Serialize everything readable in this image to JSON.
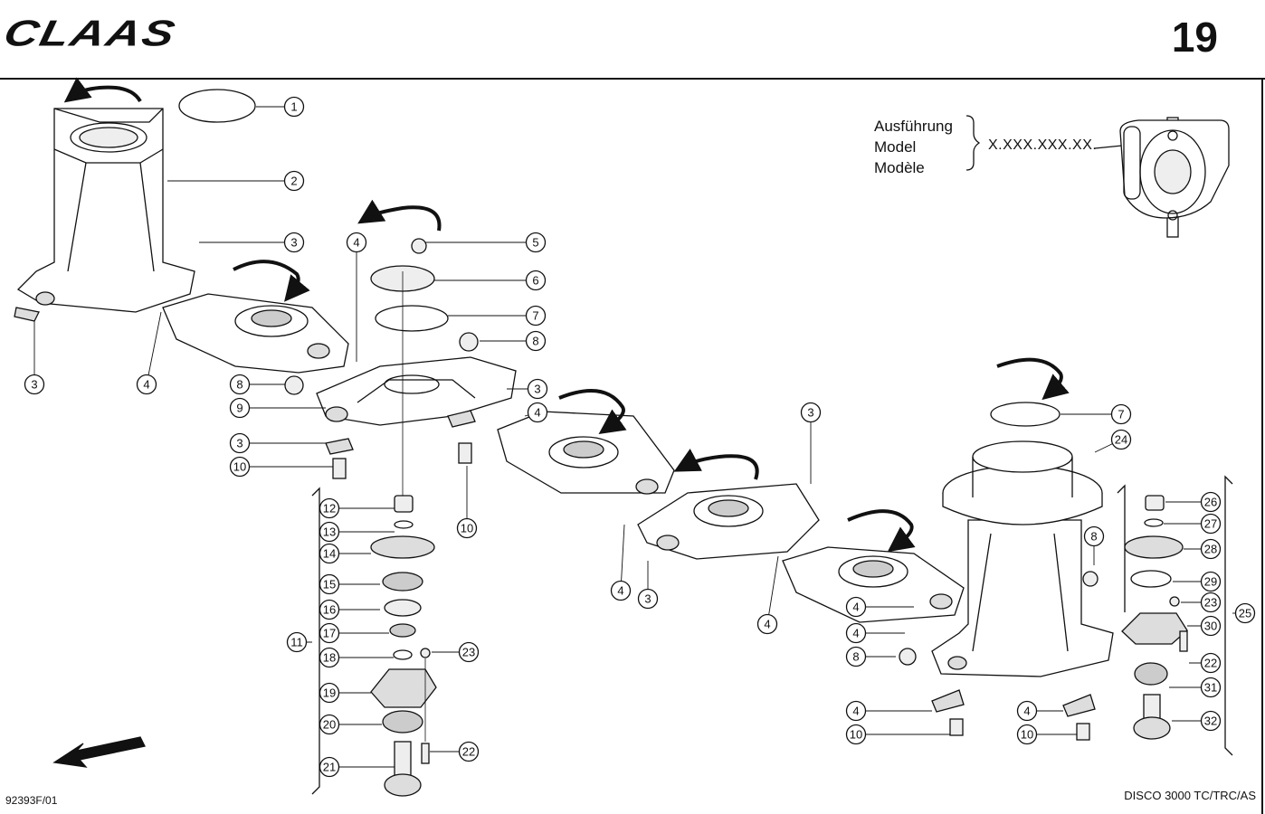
{
  "header": {
    "brand": "CLAAS",
    "page_number": "19"
  },
  "variant_note": {
    "lines": [
      "Ausführung",
      "Model",
      "Modèle"
    ],
    "serial": "X.XXX.XXX.XX."
  },
  "callouts": [
    {
      "id": "c1",
      "label": "1"
    },
    {
      "id": "c2",
      "label": "2"
    },
    {
      "id": "c3a",
      "label": "3"
    },
    {
      "id": "c3b",
      "label": "3"
    },
    {
      "id": "c4a",
      "label": "4"
    },
    {
      "id": "c4b",
      "label": "4"
    },
    {
      "id": "c5",
      "label": "5"
    },
    {
      "id": "c6",
      "label": "6"
    },
    {
      "id": "c7a",
      "label": "7"
    },
    {
      "id": "c8a",
      "label": "8"
    },
    {
      "id": "c8b",
      "label": "8"
    },
    {
      "id": "c9",
      "label": "9"
    },
    {
      "id": "c3c",
      "label": "3"
    },
    {
      "id": "c4c",
      "label": "4"
    },
    {
      "id": "c3d",
      "label": "3"
    },
    {
      "id": "c10a",
      "label": "10"
    },
    {
      "id": "c10b",
      "label": "10"
    },
    {
      "id": "c3e",
      "label": "3"
    },
    {
      "id": "c4d",
      "label": "4"
    },
    {
      "id": "c3f",
      "label": "3"
    },
    {
      "id": "c4e",
      "label": "4"
    },
    {
      "id": "c7b",
      "label": "7"
    },
    {
      "id": "c24",
      "label": "24"
    },
    {
      "id": "c11",
      "label": "11"
    },
    {
      "id": "c12",
      "label": "12"
    },
    {
      "id": "c13",
      "label": "13"
    },
    {
      "id": "c14",
      "label": "14"
    },
    {
      "id": "c15",
      "label": "15"
    },
    {
      "id": "c16",
      "label": "16"
    },
    {
      "id": "c17",
      "label": "17"
    },
    {
      "id": "c18",
      "label": "18"
    },
    {
      "id": "c19",
      "label": "19"
    },
    {
      "id": "c20",
      "label": "20"
    },
    {
      "id": "c21",
      "label": "21"
    },
    {
      "id": "c22a",
      "label": "22"
    },
    {
      "id": "c23a",
      "label": "23"
    },
    {
      "id": "c4f",
      "label": "4"
    },
    {
      "id": "c4g",
      "label": "4"
    },
    {
      "id": "c8c",
      "label": "8"
    },
    {
      "id": "c8d",
      "label": "8"
    },
    {
      "id": "c4h",
      "label": "4"
    },
    {
      "id": "c10c",
      "label": "10"
    },
    {
      "id": "c4i",
      "label": "4"
    },
    {
      "id": "c10d",
      "label": "10"
    },
    {
      "id": "c26",
      "label": "26"
    },
    {
      "id": "c27",
      "label": "27"
    },
    {
      "id": "c28",
      "label": "28"
    },
    {
      "id": "c29",
      "label": "29"
    },
    {
      "id": "c23b",
      "label": "23"
    },
    {
      "id": "c30",
      "label": "30"
    },
    {
      "id": "c25",
      "label": "25"
    },
    {
      "id": "c22b",
      "label": "22"
    },
    {
      "id": "c31",
      "label": "31"
    },
    {
      "id": "c32",
      "label": "32"
    }
  ],
  "footer": {
    "drawing_number": "92393F/01",
    "model": "DISCO 3000 TC/TRC/AS"
  }
}
